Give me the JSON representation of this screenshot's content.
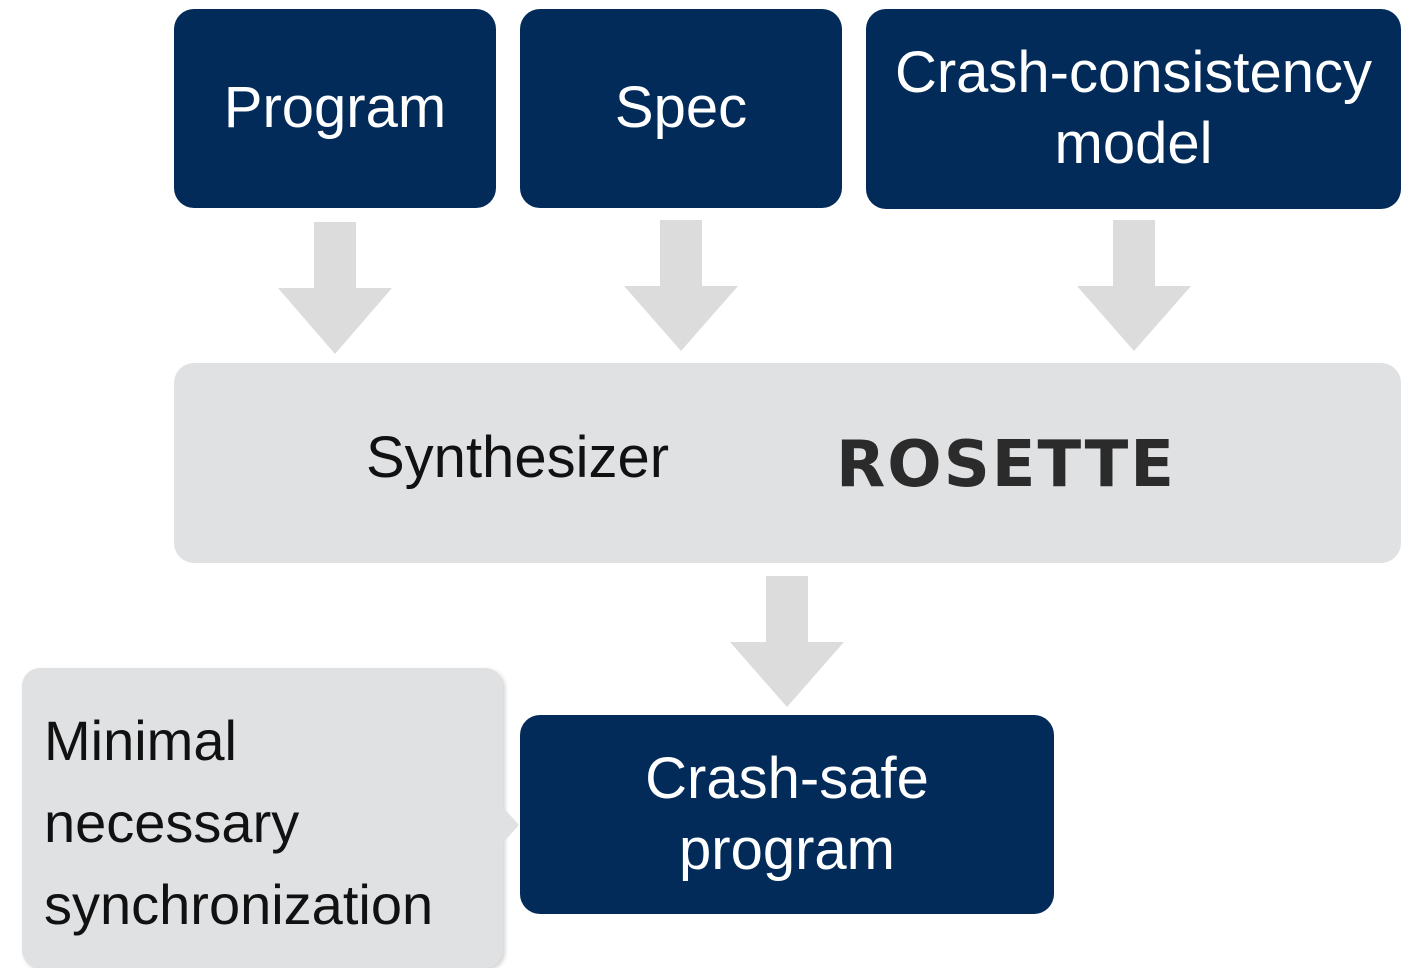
{
  "inputs": {
    "program": "Program",
    "spec": "Spec",
    "model_line1": "Crash-consistency",
    "model_line2": "model"
  },
  "synthesizer": {
    "label": "Synthesizer",
    "logo_text": "ROSETTE"
  },
  "output": {
    "line1": "Crash-safe",
    "line2": "program"
  },
  "callout": {
    "line1": "Minimal",
    "line2": "necessary",
    "line3": "synchronization"
  },
  "colors": {
    "box_dark": "#022b5a",
    "box_light": "#e0e1e3",
    "arrow": "#dcdcdc"
  }
}
